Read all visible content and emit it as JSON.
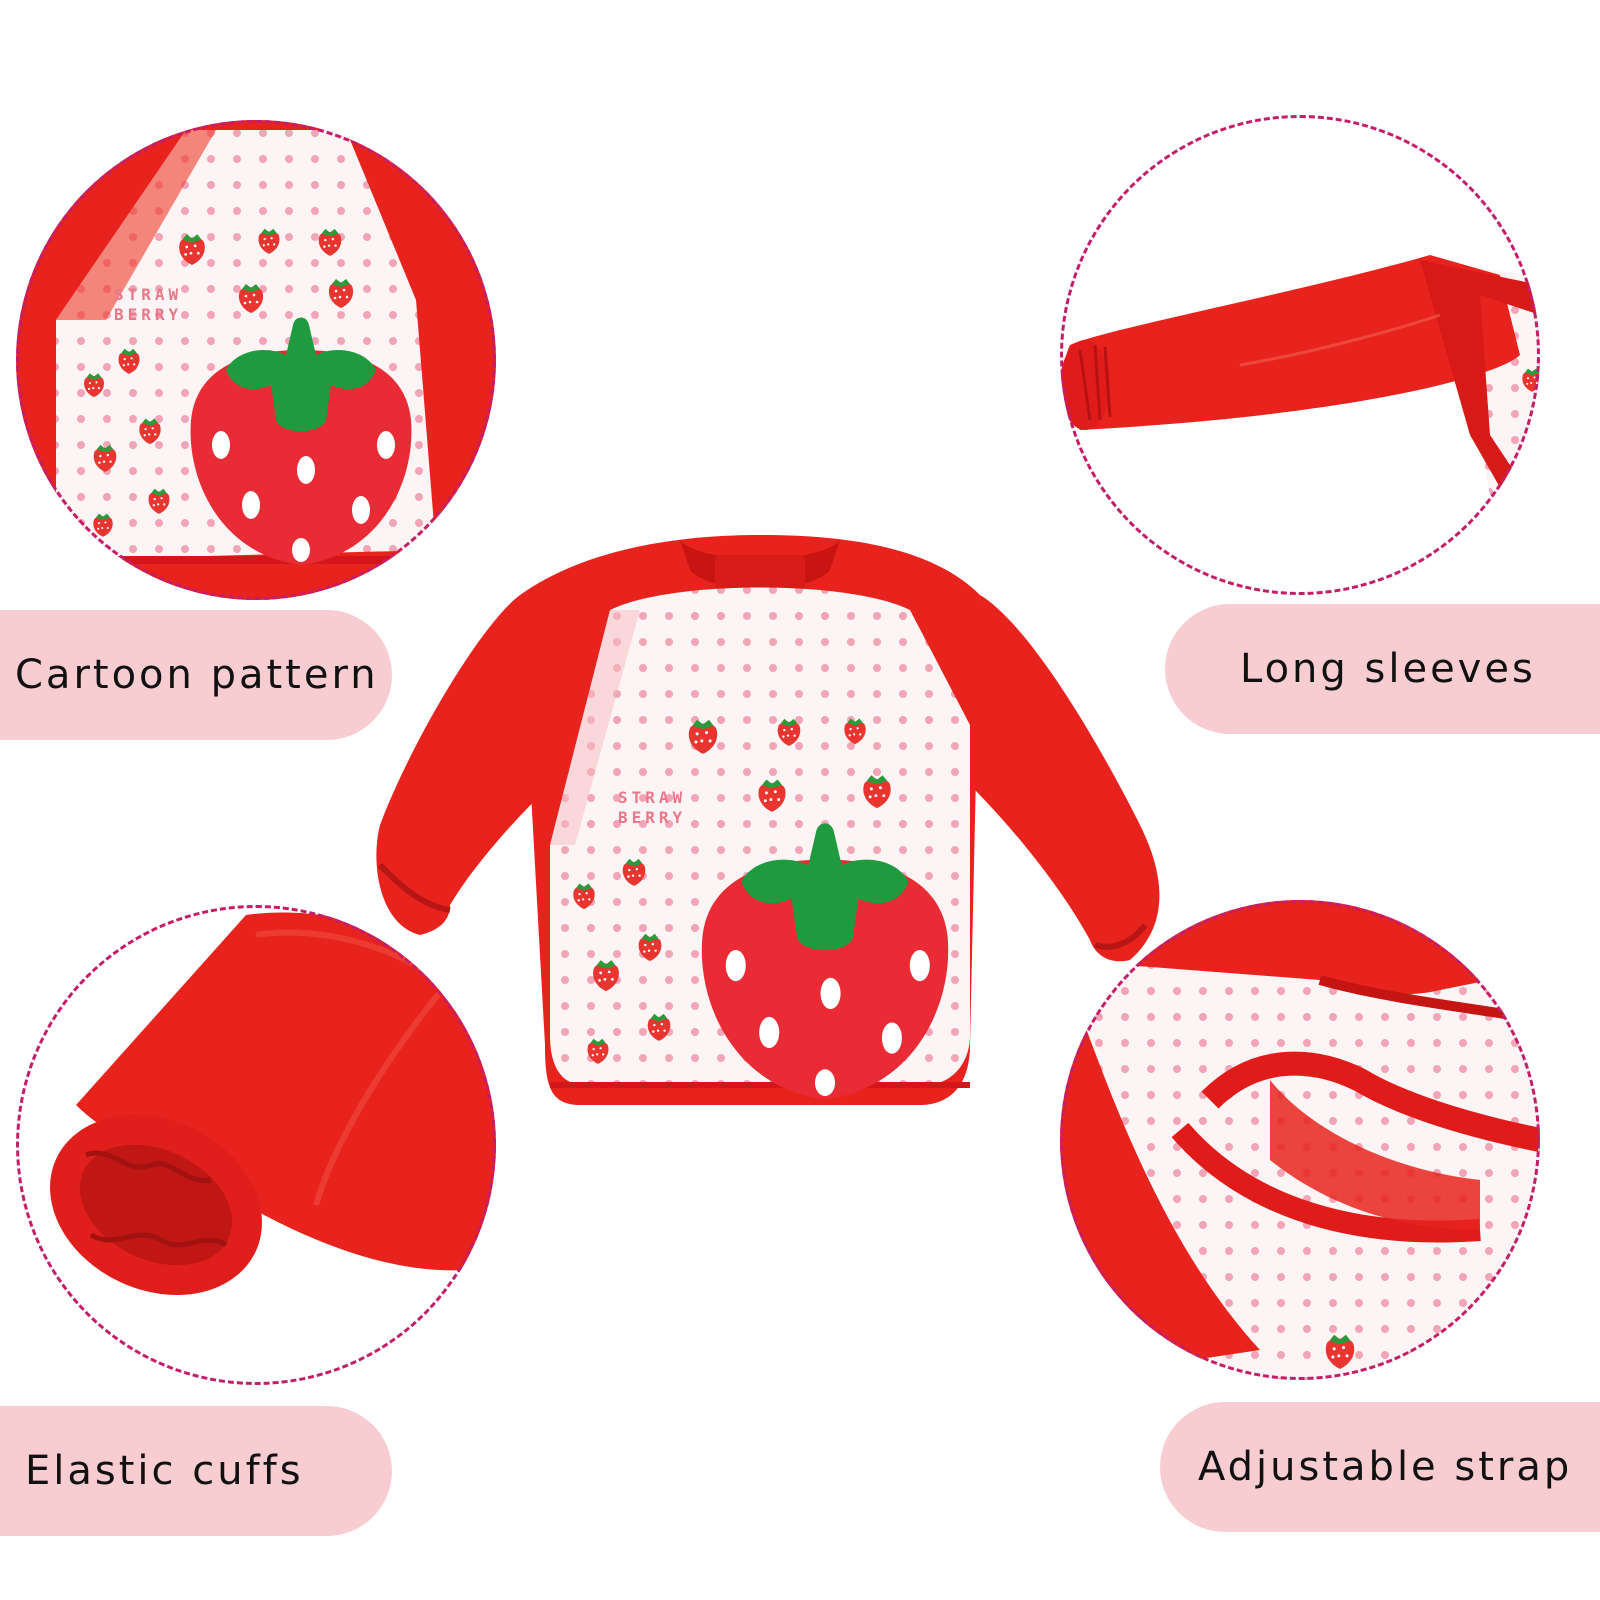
{
  "labels": {
    "top_left": "Cartoon pattern",
    "top_right": "Long sleeves",
    "bottom_left": "Elastic cuffs",
    "bottom_right": "Adjustable strap"
  },
  "print_text": {
    "line1": "STRAW",
    "line2": "BERRY"
  },
  "colors": {
    "pill_bg": "#f7cdd1",
    "ring": "#c41d6a",
    "apron_red": "#e8231d",
    "dot_pink": "#f2a5b6",
    "leaf_green": "#1f9a3e"
  }
}
